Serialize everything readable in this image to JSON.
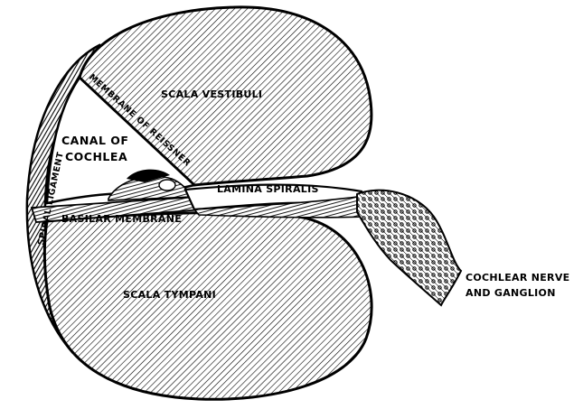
{
  "diagram": {
    "labels": {
      "scala_vestibuli": "SCALA VESTIBULI",
      "membrane_of_reissner": "MEMBRANE OF REISSNER",
      "canal_of_cochlea_line1": "CANAL OF",
      "canal_of_cochlea_line2": "COCHLEA",
      "lamina_spiralis": "LAMINA SPIRALIS",
      "basilar_membrane": "BASILAR MEMBRANE",
      "spiral_ligament": "SPIRAL LIGAMENT",
      "scala_tympani": "SCALA TYMPANI",
      "cochlear_nerve_line1": "COCHLEAR NERVE",
      "cochlear_nerve_line2": "AND GANGLION"
    },
    "colors": {
      "ink": "#000000",
      "paper": "#ffffff"
    }
  }
}
